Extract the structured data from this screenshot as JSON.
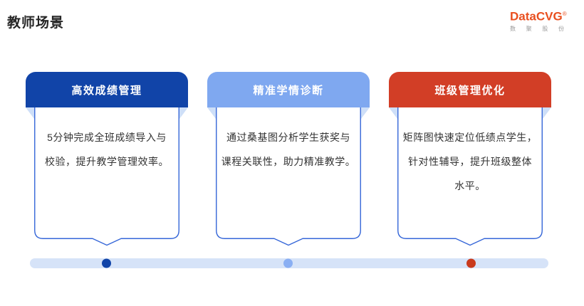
{
  "page": {
    "title": "教师场景"
  },
  "logo": {
    "name": "DataCVG",
    "registered": "®",
    "subtext": [
      "数",
      "聚",
      "股",
      "份"
    ]
  },
  "cards": [
    {
      "title": "高效成绩管理",
      "header_color": "#1144A8",
      "dot_color": "#1144A8",
      "lines": [
        "5分钟完成全班成绩导入与",
        "校验，提升教学管理效率。"
      ]
    },
    {
      "title": "精准学情诊断",
      "header_color": "#7FA8F0",
      "dot_color": "#8AAFF3",
      "lines": [
        "通过桑基图分析学生获奖与",
        "课程关联性，助力精准教学。"
      ]
    },
    {
      "title": "班级管理优化",
      "header_color": "#D23E26",
      "dot_color": "#C93A1D",
      "lines": [
        "矩阵图快速定位低绩点学生，",
        "针对性辅导，提升班级整体",
        "水平。"
      ]
    }
  ],
  "theme": {
    "title_color": "#262626",
    "text_color": "#333333",
    "header_text_color": "#FFFFFF",
    "border_color": "#3566D8",
    "fold_color": "#CEDFF8",
    "bar_color": "#D6E3F8",
    "logo_color": "#E94F1F",
    "logo_subtext_color": "#9B9B9B"
  }
}
